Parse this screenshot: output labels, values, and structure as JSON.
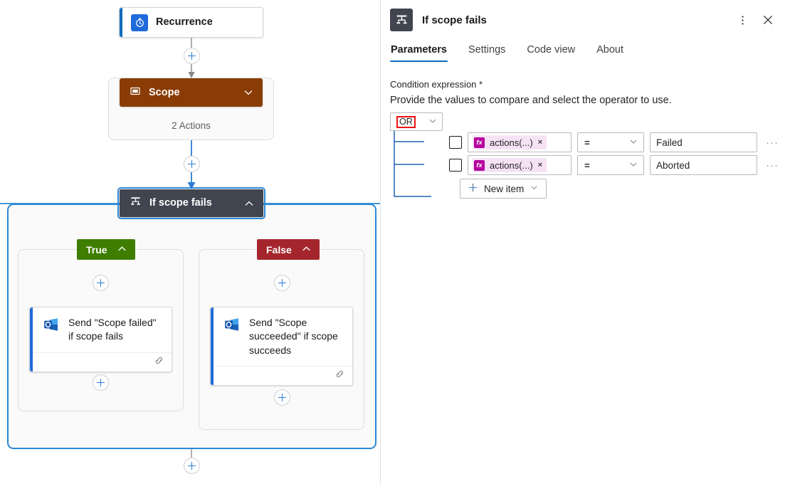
{
  "canvas": {
    "trigger": {
      "title": "Recurrence",
      "icon": "recurrence-clock-icon"
    },
    "scope": {
      "title": "Scope",
      "actions_summary": "2 Actions",
      "icon": "scope-icon",
      "color": "#8a3c05"
    },
    "condition": {
      "title": "If scope fails",
      "icon": "condition-icon",
      "selected": true,
      "branches": [
        {
          "label": "True",
          "color": "#3f7d00",
          "card": {
            "title": "Send \"Scope failed\" if scope fails",
            "icon": "outlook-icon",
            "footer_icon": "connection-icon"
          }
        },
        {
          "label": "False",
          "color": "#a4262c",
          "card": {
            "title": "Send \"Scope succeeded\" if scope succeeds",
            "icon": "outlook-icon",
            "footer_icon": "connection-icon"
          }
        }
      ]
    },
    "add_button_label": "+"
  },
  "panel": {
    "icon": "condition-icon",
    "title": "If scope fails",
    "more_menu_icon": "more-vertical-icon",
    "close_icon": "close-icon",
    "tabs": [
      {
        "label": "Parameters",
        "active": true
      },
      {
        "label": "Settings",
        "active": false
      },
      {
        "label": "Code view",
        "active": false
      },
      {
        "label": "About",
        "active": false
      }
    ],
    "condition": {
      "label": "Condition expression",
      "required_marker": "*",
      "description": "Provide the values to compare and select the operator to use.",
      "logical_operator": "OR",
      "logical_operator_highlight_color": "#ee1111",
      "rows": [
        {
          "checked": false,
          "token_label": "actions(...)",
          "token_fx": "fx",
          "token_remove": "×",
          "operator": "=",
          "value": "Failed",
          "more": "···"
        },
        {
          "checked": false,
          "token_label": "actions(...)",
          "token_fx": "fx",
          "token_remove": "×",
          "operator": "=",
          "value": "Aborted",
          "more": "···"
        }
      ],
      "new_item_label": "New item",
      "new_item_icon": "plus-icon",
      "new_item_chevron": "chevron-down-icon"
    }
  }
}
